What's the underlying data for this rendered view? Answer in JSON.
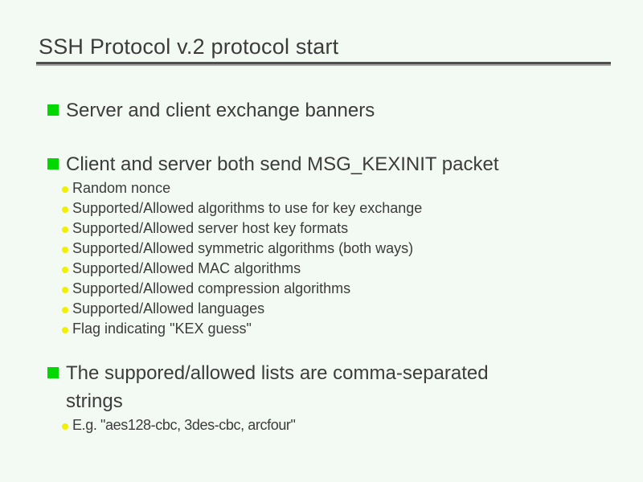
{
  "slide": {
    "title": "SSH Protocol v.2 protocol start",
    "colors": {
      "background": "#f3f9f3",
      "text": "#3c3c3c",
      "bullet_green": "#00d800",
      "bullet_yellow": "#f0f000",
      "rule_dark": "#4f4f4f",
      "rule_light": "#a6a6a6"
    },
    "bullets": [
      {
        "text": "Server and client exchange banners",
        "subs": []
      },
      {
        "text": "Client and server both send MSG_KEXINIT packet",
        "subs": [
          "Random nonce",
          "Supported/Allowed algorithms to use for key exchange",
          "Supported/Allowed server host key formats",
          "Supported/Allowed symmetric algorithms (both ways)",
          "Supported/Allowed MAC algorithms",
          "Supported/Allowed compression algorithms",
          "Supported/Allowed languages",
          "Flag indicating \"KEX guess\""
        ]
      },
      {
        "text": "The suppored/allowed lists are comma-separated strings",
        "subs": [
          "E.g. \"aes128-cbc, 3des-cbc, arcfour\""
        ]
      }
    ]
  }
}
